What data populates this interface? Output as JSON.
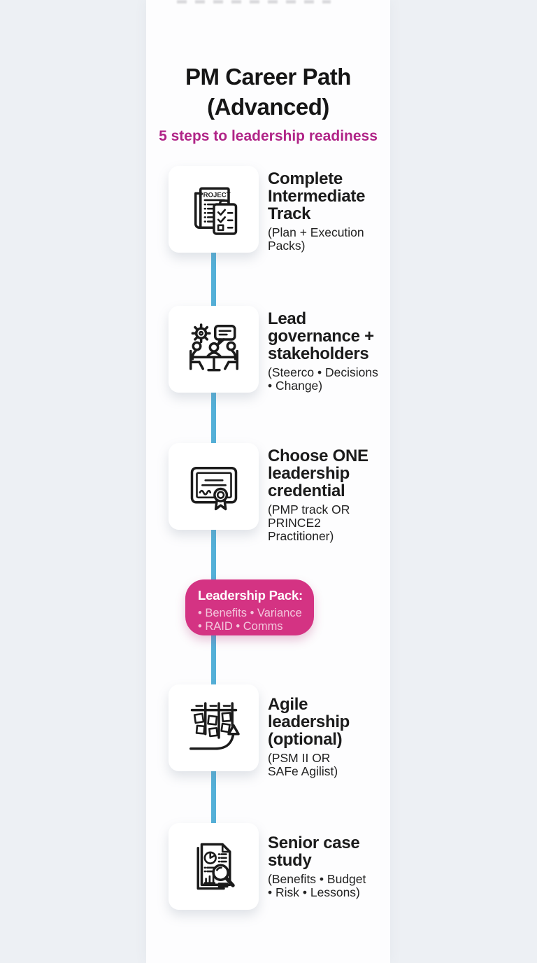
{
  "colors": {
    "accent_pink": "#d43383",
    "subtitle_magenta": "#b02487",
    "timeline_blue": "#54b0d8",
    "ink": "#1b1b1b",
    "outer_background": "#edf0f4",
    "panel_background": "#fdfdfe"
  },
  "header": {
    "title": "PM Career Path\n(Advanced)",
    "subtitle": "5 steps to leadership readiness"
  },
  "steps": [
    {
      "icon": "project-checklist-icon",
      "icon_label": "PROJECT",
      "title": "Complete\nIntermediate\nTrack",
      "detail": "(Plan + Execution\nPacks)"
    },
    {
      "icon": "governance-meeting-icon",
      "title": "Lead\ngovernance +\nstakeholders",
      "detail": "(Steerco • Decisions\n• Change)"
    },
    {
      "icon": "certificate-icon",
      "title": "Choose ONE\nleadership\ncredential",
      "detail": "(PMP track OR\nPRINCE2 Practitioner)"
    },
    {
      "icon": "agile-kanban-icon",
      "title": "Agile\nleadership\n(optional)",
      "detail": "(PSM II OR\nSAFe Agilist)"
    },
    {
      "icon": "report-analysis-icon",
      "title": "Senior case\nstudy",
      "detail": "(Benefits • Budget\n• Risk • Lessons)"
    }
  ],
  "badge": {
    "title": "Leadership Pack:",
    "items": "• Benefits • Variance\n• RAID • Comms"
  }
}
